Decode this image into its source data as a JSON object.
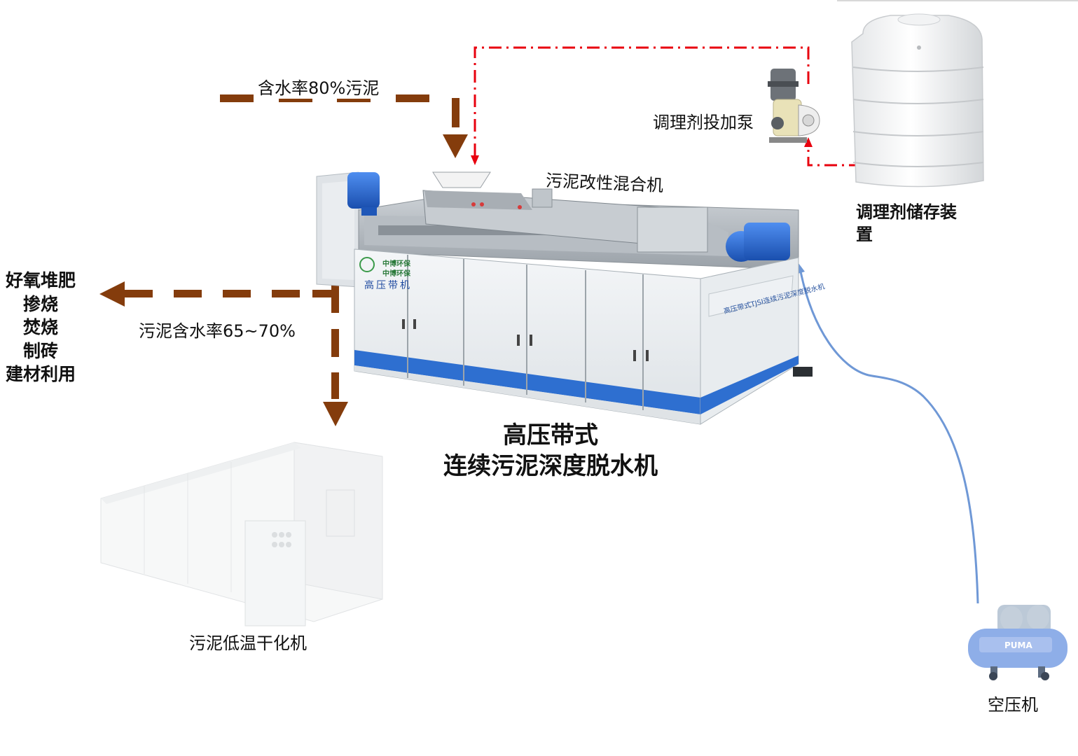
{
  "labels": {
    "sludge_input": "含水率80%污泥",
    "dosing_pump": "调理剂投加泵",
    "mixer": "污泥改性混合机",
    "storage_line1": "调理剂储存装",
    "storage_line2": "置",
    "output_moisture": "污泥含水率65~70%",
    "main_title_line1": "高压带式",
    "main_title_line2": "连续污泥深度脱水机",
    "dryer": "污泥低温干化机",
    "air_compressor": "空压机"
  },
  "uses": [
    "好氧堆肥",
    "掺烧",
    "焚烧",
    "制砖",
    "建材利用"
  ],
  "machine_marks": {
    "panel_brand_1": "中博环保",
    "panel_brand_2": "中博环保",
    "panel_name": "高压带机",
    "side_plate": "高压带式TJSI连续污泥深度脱水机",
    "compressor_brand": "PUMA"
  },
  "colors": {
    "sludge_flow": "#843C0C",
    "chemical_flow": "#E8000E",
    "air_flow": "#6F98D6",
    "machine_blue": "#2E6FD0",
    "machine_body": "#E8ECEF"
  }
}
